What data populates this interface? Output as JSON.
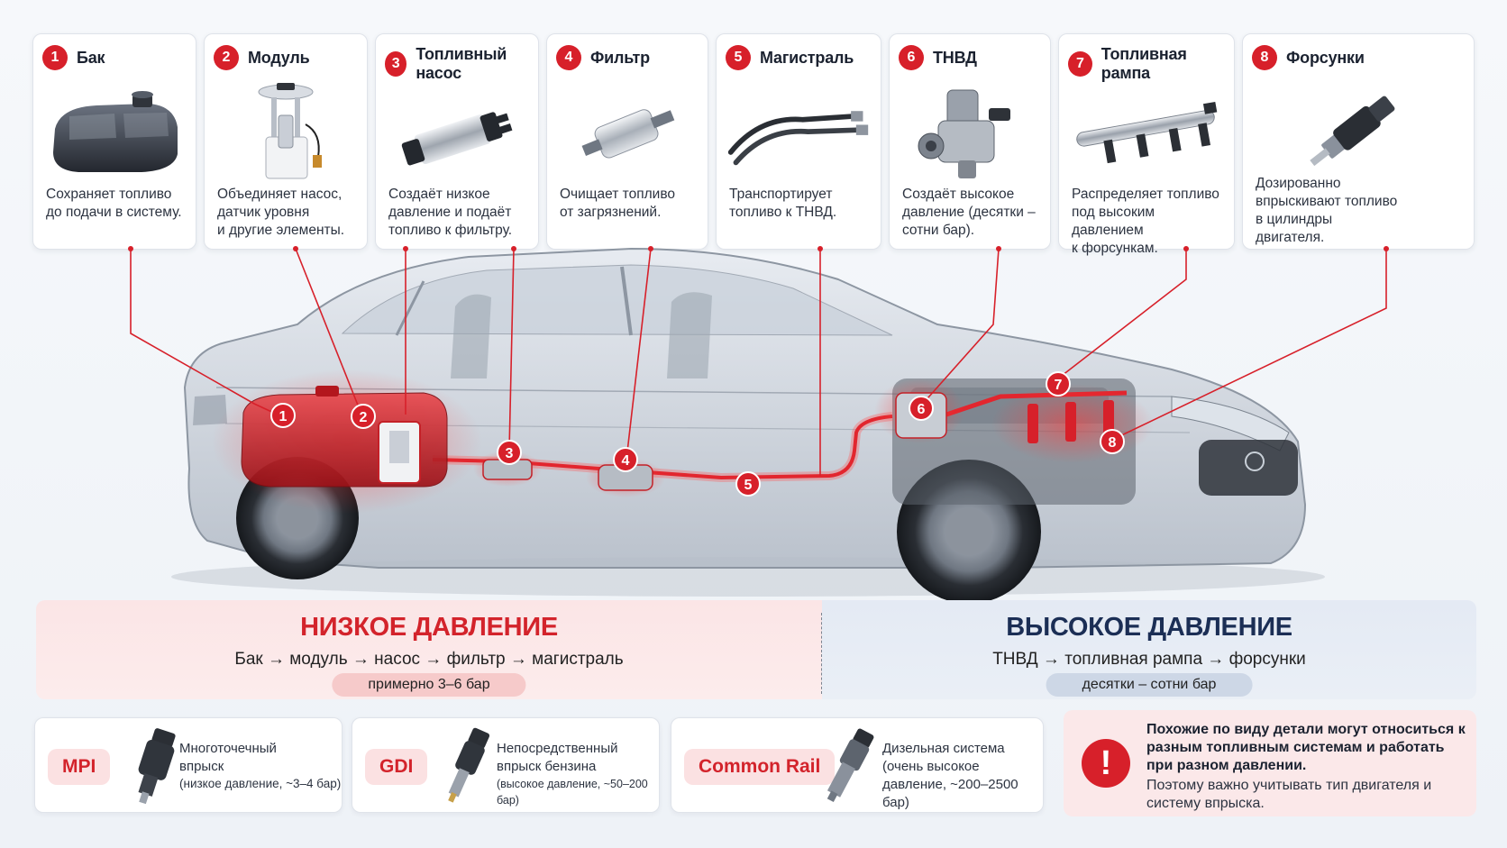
{
  "cards": [
    {
      "num": "1",
      "title": "Бак",
      "desc": [
        "Сохраняет топливо",
        "до подачи в систему."
      ]
    },
    {
      "num": "2",
      "title": "Модуль",
      "desc": [
        "Объединяет насос,",
        "датчик уровня",
        "и другие элементы."
      ]
    },
    {
      "num": "3",
      "title": "Топливный насос",
      "desc": [
        "Создаёт низкое",
        "давление и подаёт",
        "топливо к фильтру."
      ]
    },
    {
      "num": "4",
      "title": "Фильтр",
      "desc": [
        "Очищает топливо",
        "от загрязнений."
      ]
    },
    {
      "num": "5",
      "title": "Магистраль",
      "desc": [
        "Транспортирует",
        "топливо к ТНВД."
      ]
    },
    {
      "num": "6",
      "title": "ТНВД",
      "desc": [
        "Создаёт высокое",
        "давление (десятки –",
        "сотни бар)."
      ]
    },
    {
      "num": "7",
      "title": "Топливная рампа",
      "desc": [
        "Распределяет топливо",
        "под высоким давлением",
        "к форсункам."
      ]
    },
    {
      "num": "8",
      "title": "Форсунки",
      "desc": [
        "Дозированно",
        "впрыскивают топливо",
        "в цилиндры",
        "двигателя."
      ]
    }
  ],
  "markers": [
    "1",
    "2",
    "3",
    "4",
    "5",
    "6",
    "7",
    "8"
  ],
  "pressure": {
    "low": {
      "title": "НИЗКОЕ ДАВЛЕНИЕ",
      "chain": "Бак → модуль → насос → фильтр → магистраль",
      "range": "примерно 3–6 бар"
    },
    "high": {
      "title": "ВЫСОКОЕ ДАВЛЕНИЕ",
      "chain": "ТНВД → топливная рампа → форсунки",
      "range": "десятки – сотни бар"
    }
  },
  "systems": [
    {
      "tag": "MPI",
      "line1": "Многоточечный",
      "line2": "впрыск",
      "note": "(низкое давление, ~3–4 бар)"
    },
    {
      "tag": "GDI",
      "line1": "Непосредственный",
      "line2": "впрыск бензина",
      "note": "(высокое давление, ~50–200 бар)"
    },
    {
      "tag": "Common Rail",
      "line1": "Дизельная система",
      "line2": "(очень высокое",
      "note": "давление, ~200–2500 бар)"
    }
  ],
  "warning": {
    "icon": "!",
    "bold": "Похожие по виду детали могут относиться к разным топливным системам и работать при разном давлении.",
    "text": "Поэтому важно учитывать тип двигателя и систему впрыска."
  },
  "colors": {
    "accent": "#d7202a",
    "navy": "#1b2e55"
  }
}
